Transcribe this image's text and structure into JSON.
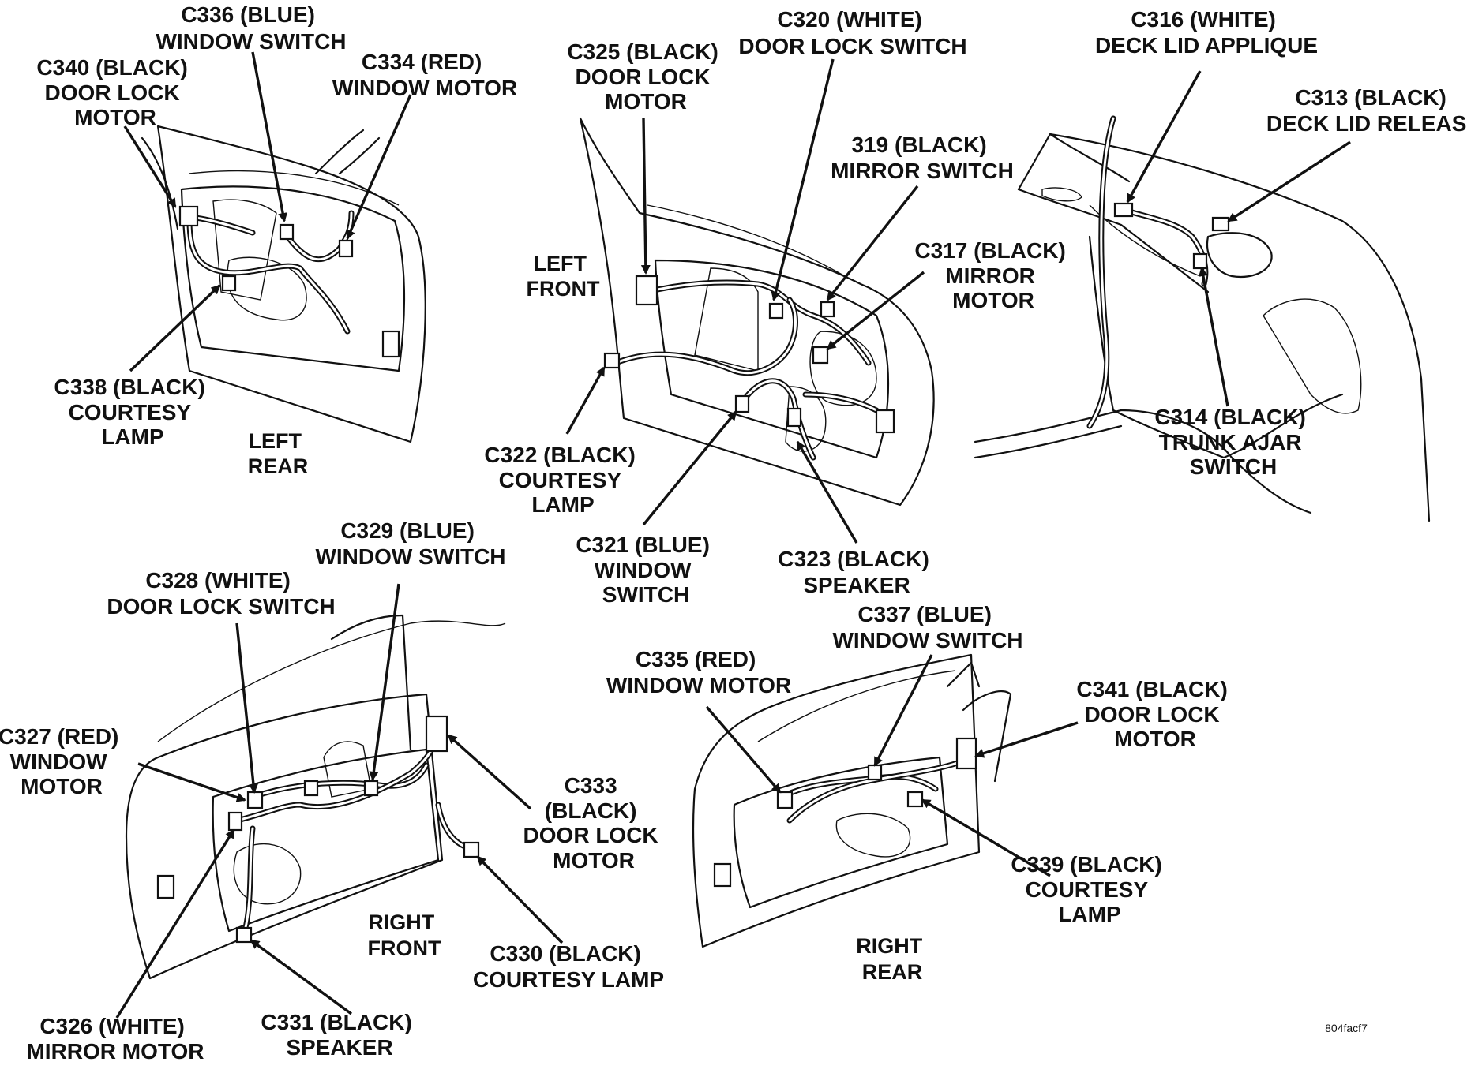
{
  "diagram": {
    "views": {
      "left_rear": [
        "LEFT",
        "REAR"
      ],
      "left_front": [
        "LEFT",
        "FRONT"
      ],
      "right_front": [
        "RIGHT",
        "FRONT"
      ],
      "right_rear": [
        "RIGHT",
        "REAR"
      ]
    },
    "callouts": {
      "c340": [
        "C340 (BLACK)",
        "DOOR LOCK",
        "MOTOR"
      ],
      "c336": [
        "C336 (BLUE)",
        "WINDOW SWITCH"
      ],
      "c334": [
        "C334 (RED)",
        "WINDOW MOTOR"
      ],
      "c338": [
        "C338 (BLACK)",
        "COURTESY",
        "LAMP"
      ],
      "c325": [
        "C325 (BLACK)",
        "DOOR LOCK",
        "MOTOR"
      ],
      "c320": [
        "C320 (WHITE)",
        "DOOR LOCK SWITCH"
      ],
      "c319": [
        "319 (BLACK)",
        "MIRROR SWITCH"
      ],
      "c317": [
        "C317 (BLACK)",
        "MIRROR",
        "MOTOR"
      ],
      "c322": [
        "C322 (BLACK)",
        "COURTESY",
        "LAMP"
      ],
      "c321": [
        "C321 (BLUE)",
        "WINDOW",
        "SWITCH"
      ],
      "c323": [
        "C323 (BLACK)",
        "SPEAKER"
      ],
      "c316": [
        "C316 (WHITE)",
        "DECK LID APPLIQUE"
      ],
      "c313": [
        "C313 (BLACK)",
        "DECK LID RELEASE"
      ],
      "c314": [
        "C314 (BLACK)",
        "TRUNK AJAR",
        "SWITCH"
      ],
      "c329": [
        "C329 (BLUE)",
        "WINDOW SWITCH"
      ],
      "c328": [
        "C328 (WHITE)",
        "DOOR LOCK SWITCH"
      ],
      "c327": [
        "C327 (RED)",
        "WINDOW",
        "MOTOR"
      ],
      "c333": [
        "C333",
        "(BLACK)",
        "DOOR LOCK",
        "MOTOR"
      ],
      "c330": [
        "C330 (BLACK)",
        "COURTESY LAMP"
      ],
      "c326": [
        "C326 (WHITE)",
        "MIRROR MOTOR"
      ],
      "c331": [
        "C331 (BLACK)",
        "SPEAKER"
      ],
      "c335": [
        "C335 (RED)",
        "WINDOW MOTOR"
      ],
      "c337": [
        "C337 (BLUE)",
        "WINDOW SWITCH"
      ],
      "c341": [
        "C341 (BLACK)",
        "DOOR LOCK",
        "MOTOR"
      ],
      "c339": [
        "C339 (BLACK)",
        "COURTESY",
        "LAMP"
      ]
    },
    "figure_ref": "804facf7"
  }
}
